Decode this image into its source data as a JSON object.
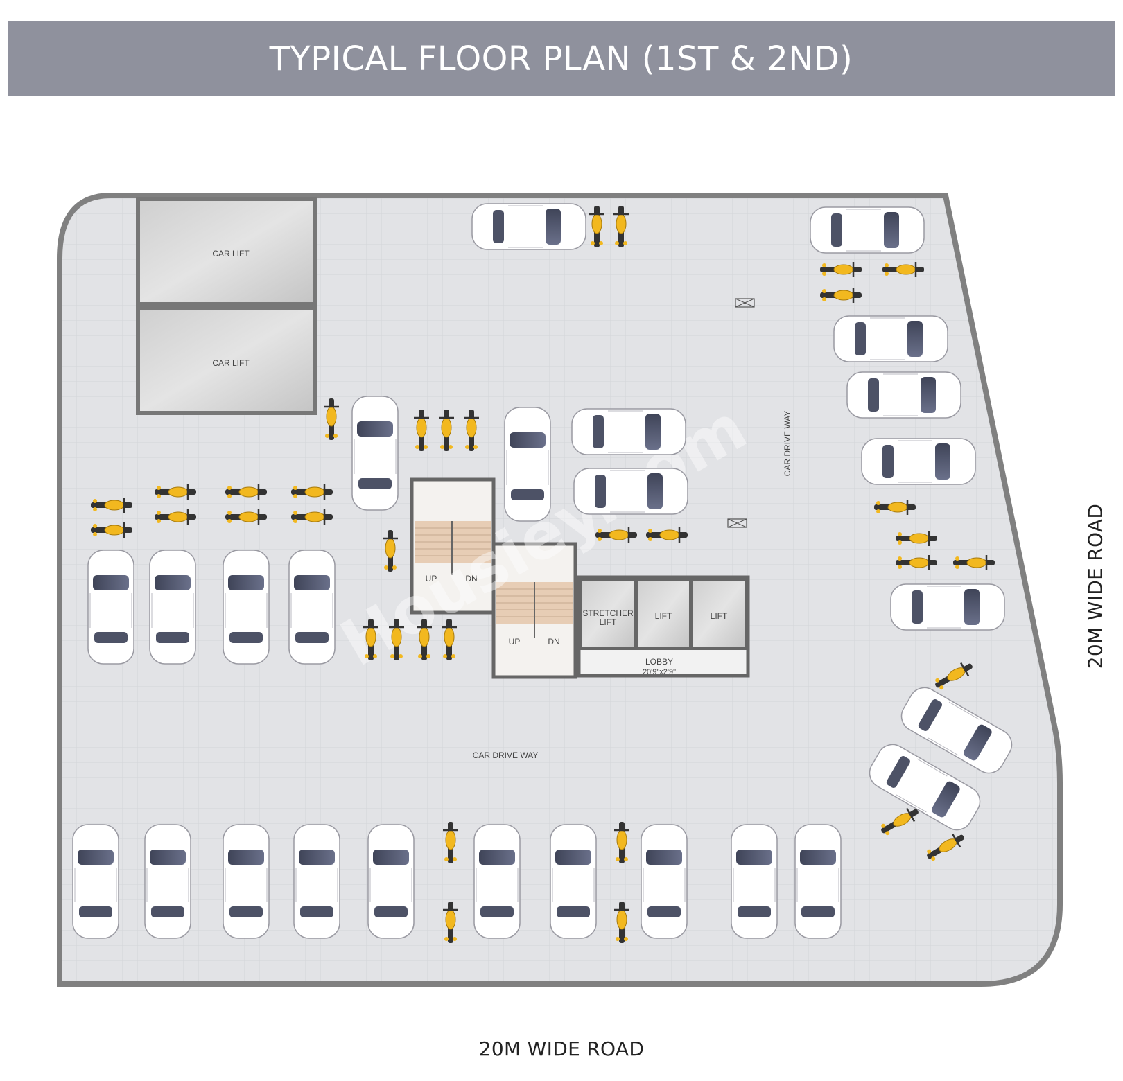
{
  "title": "TYPICAL FLOOR PLAN (1ST & 2ND)",
  "labels": {
    "car_lift_1": "CAR LIFT",
    "car_lift_2": "CAR LIFT",
    "car_drive_way_vertical": "CAR DRIVE WAY",
    "car_drive_way_horizontal": "CAR DRIVE WAY",
    "stair1_up": "UP",
    "stair1_dn": "DN",
    "stair2_up": "UP",
    "stair2_dn": "DN",
    "stretcher_lift_line1": "STRETCHER",
    "stretcher_lift_line2": "LIFT",
    "lift_1": "LIFT",
    "lift_2": "LIFT",
    "lobby": "LOBBY",
    "lobby_dim": "20'9\"x2'9\"",
    "watermark": "Housiey.com"
  },
  "roads": {
    "bottom": "20M WIDE ROAD",
    "right": "20M WIDE ROAD"
  },
  "colors": {
    "title_bar": "#8f919d",
    "floor": "#e2e3e6",
    "wall": "#808080",
    "motorbike": "#f2b81f",
    "car_body": "#ffffff",
    "car_glass": "#4d5266"
  }
}
